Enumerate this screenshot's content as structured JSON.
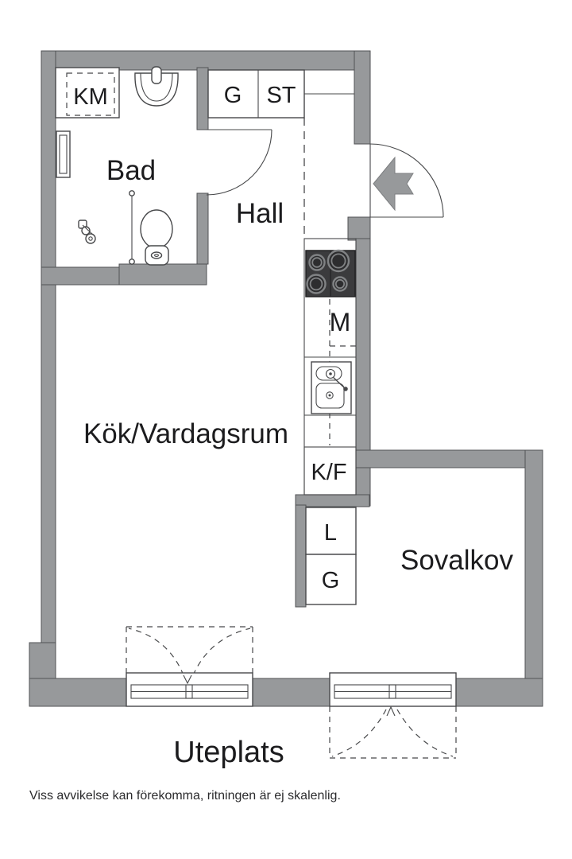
{
  "plan": {
    "type": "apartment-floor-plan",
    "rooms": [
      {
        "id": "bad",
        "label": "Bad"
      },
      {
        "id": "hall",
        "label": "Hall"
      },
      {
        "id": "kok-vardagsrum",
        "label": "Kök/Vardagsrum"
      },
      {
        "id": "sovalkov",
        "label": "Sovalkov"
      },
      {
        "id": "uteplats",
        "label": "Uteplats"
      }
    ],
    "cabinets": [
      {
        "id": "km",
        "label": "KM"
      },
      {
        "id": "g-hall",
        "label": "G"
      },
      {
        "id": "st",
        "label": "ST"
      },
      {
        "id": "m",
        "label": "M"
      },
      {
        "id": "kf",
        "label": "K/F"
      },
      {
        "id": "l",
        "label": "L"
      },
      {
        "id": "g-sovalkov",
        "label": "G"
      }
    ],
    "disclaimer": "Viss avvikelse kan förekomma, ritningen är ej skalenlig.",
    "colors": {
      "wall": "#97999b",
      "stove": "#3b3b3d",
      "line": "#47484a",
      "text": "#1c1c1e",
      "background": "#ffffff"
    }
  }
}
